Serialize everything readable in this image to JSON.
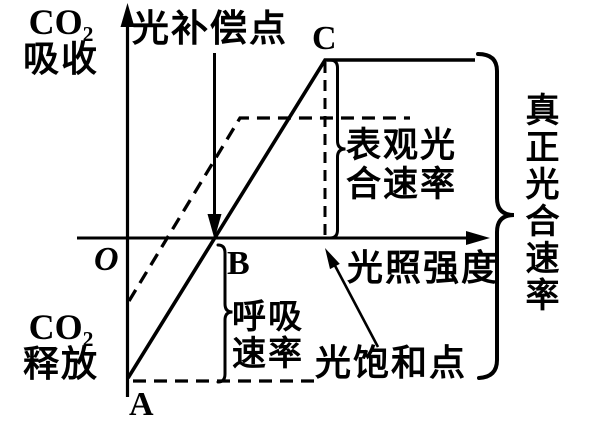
{
  "figure": {
    "background_color": "#ffffff",
    "ink_color": "#000000",
    "y_axis": {
      "positive_label_line1": "CO₂",
      "positive_label_line2": "吸收",
      "negative_label_line1": "CO₂",
      "negative_label_line2": "释放"
    },
    "x_axis": {
      "label": "光照强度"
    },
    "origin_label": "O",
    "points": {
      "a": "A",
      "b": "B",
      "c": "C"
    },
    "annotations": {
      "light_compensation_point": "光补偿点",
      "light_saturation_point": "光饱和点",
      "apparent_photosynthesis_rate_line1": "表观光",
      "apparent_photosynthesis_rate_line2": "合速率",
      "respiration_rate_line1": "呼吸",
      "respiration_rate_line2": "速率",
      "true_photosynthesis_rate": "真正光合速率"
    }
  }
}
